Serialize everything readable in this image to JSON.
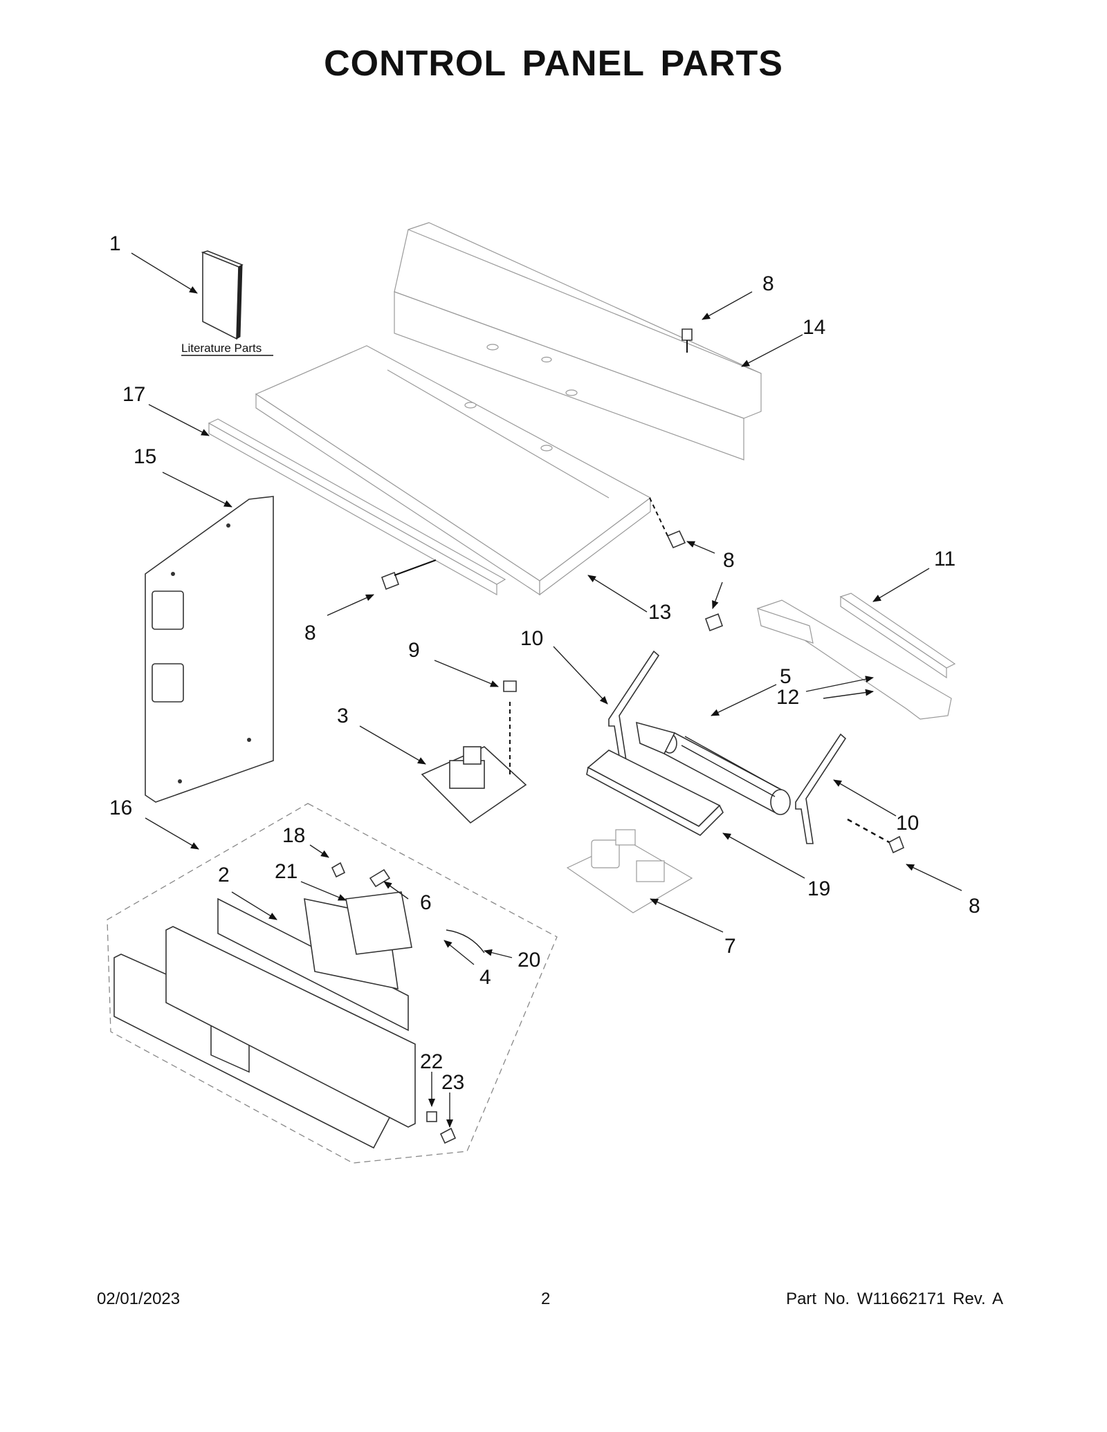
{
  "title": "CONTROL PANEL PARTS",
  "literature_label": "Literature Parts",
  "callouts": [
    {
      "id": "c1",
      "label": "1"
    },
    {
      "id": "c2",
      "label": "2"
    },
    {
      "id": "c3",
      "label": "3"
    },
    {
      "id": "c4",
      "label": "4"
    },
    {
      "id": "c5",
      "label": "5"
    },
    {
      "id": "c6",
      "label": "6"
    },
    {
      "id": "c7",
      "label": "7"
    },
    {
      "id": "c8a",
      "label": "8"
    },
    {
      "id": "c8b",
      "label": "8"
    },
    {
      "id": "c8c",
      "label": "8"
    },
    {
      "id": "c8d",
      "label": "8"
    },
    {
      "id": "c9",
      "label": "9"
    },
    {
      "id": "c10a",
      "label": "10"
    },
    {
      "id": "c10b",
      "label": "10"
    },
    {
      "id": "c11",
      "label": "11"
    },
    {
      "id": "c12",
      "label": "12"
    },
    {
      "id": "c13",
      "label": "13"
    },
    {
      "id": "c14",
      "label": "14"
    },
    {
      "id": "c15",
      "label": "15"
    },
    {
      "id": "c16",
      "label": "16"
    },
    {
      "id": "c17",
      "label": "17"
    },
    {
      "id": "c18",
      "label": "18"
    },
    {
      "id": "c19",
      "label": "19"
    },
    {
      "id": "c20",
      "label": "20"
    },
    {
      "id": "c21",
      "label": "21"
    },
    {
      "id": "c22",
      "label": "22"
    },
    {
      "id": "c23",
      "label": "23"
    }
  ],
  "footer": {
    "date": "02/01/2023",
    "page": "2",
    "part_number": "Part No.  W11662171  Rev.  A"
  }
}
